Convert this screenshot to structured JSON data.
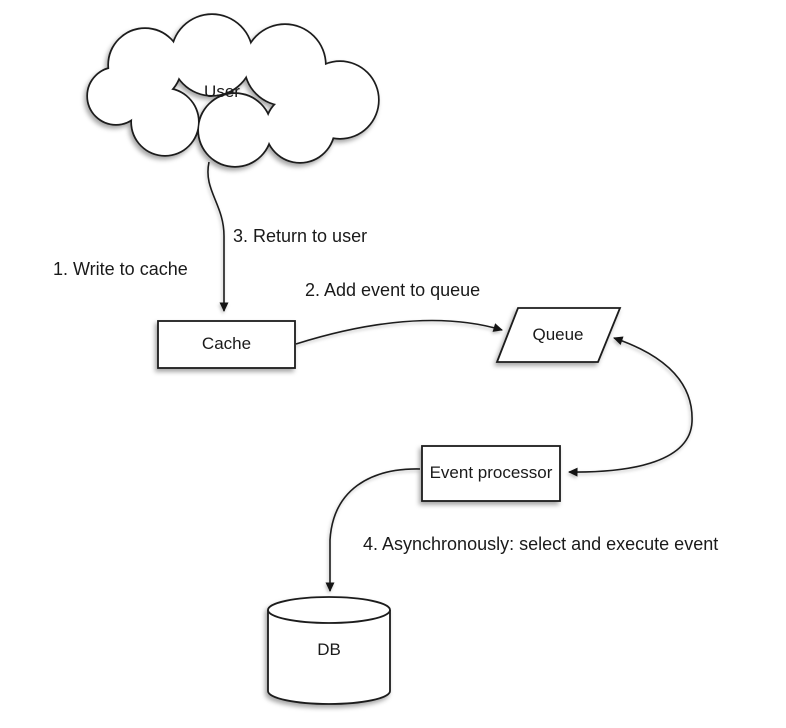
{
  "colors": {
    "background": "#ffffff",
    "stroke": "#1c1c1c",
    "shape_fill": "#ffffff",
    "text": "#1a1a1a"
  },
  "nodes": {
    "user": {
      "label": "User",
      "shape": "cloud"
    },
    "cache": {
      "label": "Cache",
      "shape": "rectangle"
    },
    "queue": {
      "label": "Queue",
      "shape": "parallelogram"
    },
    "event_processor": {
      "label": "Event processor",
      "shape": "rectangle"
    },
    "db": {
      "label": "DB",
      "shape": "cylinder"
    }
  },
  "edge_labels": {
    "step_1": "1. Write to cache",
    "step_2": "2. Add event to queue",
    "step_3": "3. Return to user",
    "step_4": "4. Asynchronously: select and execute event"
  }
}
